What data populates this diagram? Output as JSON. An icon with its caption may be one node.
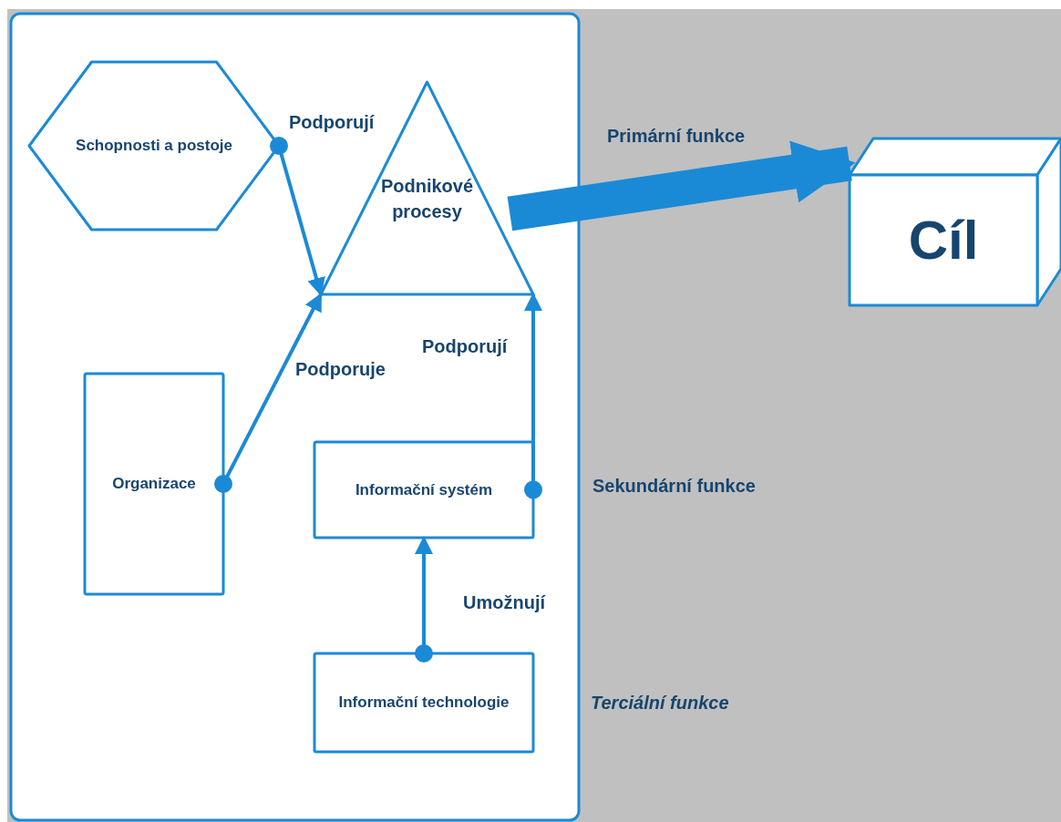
{
  "diagram": {
    "nodes": [
      {
        "text": [],
        "shape": "box"
      },
      {
        "text": [
          "Schopnosti a postoje"
        ],
        "in": 0
      },
      {
        "text": [
          "Podnikové procesy"
        ],
        "in": 0
      },
      {
        "text": [
          "Organizace"
        ],
        "in": 0
      },
      {
        "text": [
          "Informační systém"
        ],
        "in": 0
      },
      {
        "text": [
          "Informační technologie"
        ],
        "in": 0
      },
      {
        "text": [
          "Cíl"
        ]
      }
    ],
    "edges": [
      {
        "from": 1,
        "to": 2,
        "arrow": "to",
        "label": "Podporují"
      },
      {
        "from": 3,
        "to": 2,
        "arrow": "to",
        "label": "Podporuje"
      },
      {
        "from": 4,
        "to": 2,
        "arrow": "to",
        "label": "Podporují"
      },
      {
        "from": 5,
        "to": 4,
        "arrow": "to",
        "label": "Umožnují"
      },
      {
        "from": 2,
        "to": 6,
        "arrow": "to",
        "label": "Primární funkce",
        "style": "thick"
      }
    ],
    "labels": [
      "Sekundární funkce",
      "Terciální funkce"
    ]
  }
}
